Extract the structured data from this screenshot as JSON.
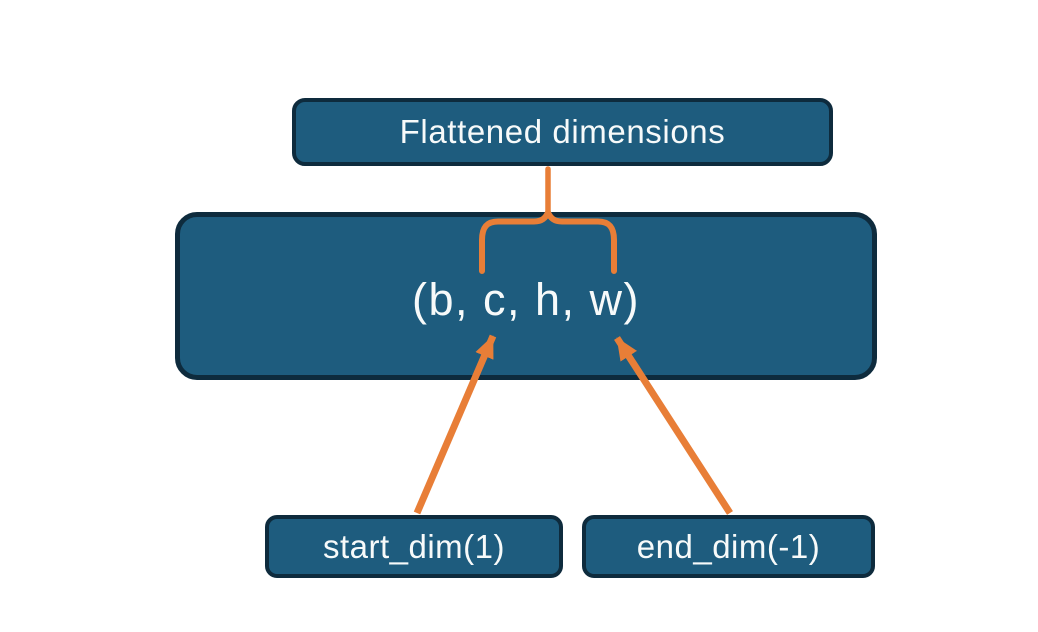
{
  "diagram": {
    "top_node": {
      "label": "Flattened dimensions"
    },
    "tensor_node": {
      "label": "(b, c, h, w)"
    },
    "start_node": {
      "label": "start_dim(1)"
    },
    "end_node": {
      "label": "end_dim(-1)"
    }
  },
  "connectors": {
    "stem": "vertical line from Flattened dimensions box to brace peak",
    "brace": "overbrace spanning dims c through w inside tensor box",
    "start_arrow": "arrow from start_dim(1) box to dim c",
    "end_arrow": "arrow from end_dim(-1) box to dim w"
  },
  "colors": {
    "background": "#ffffff",
    "node-fill": "#1e5c7e",
    "node-border": "#0e2b3d",
    "connector": "#e87e37",
    "node-text": "#f7fafa"
  }
}
